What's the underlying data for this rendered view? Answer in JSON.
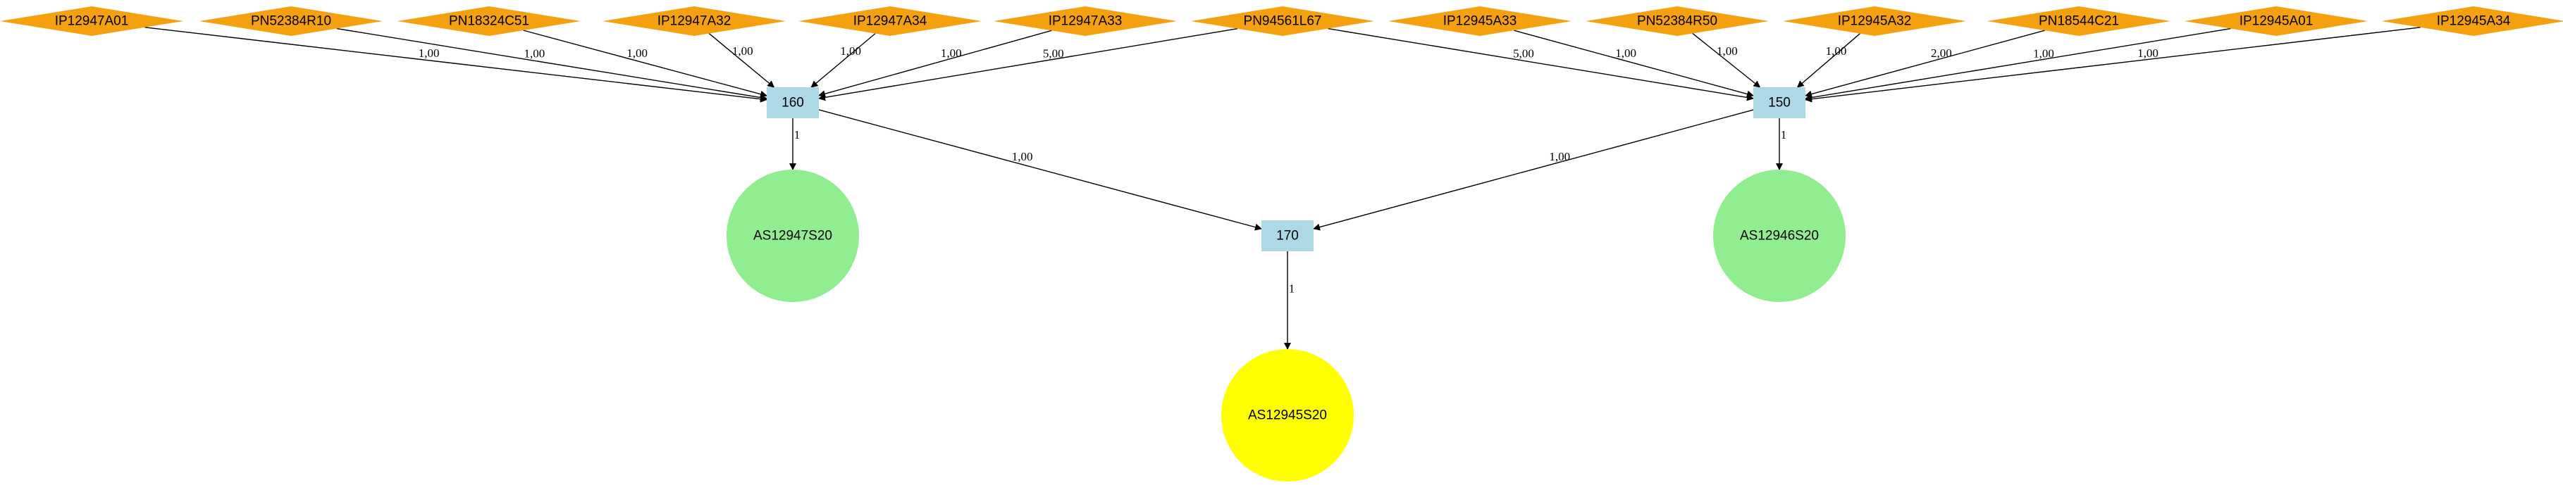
{
  "colors": {
    "part": "#F5A00F",
    "process": "#ADD8E6",
    "subassembly": "#90EE90",
    "assembly": "#FFFF00",
    "edge": "#000000"
  },
  "nodes": [
    {
      "id": "IP12947A01",
      "label": "IP12947A01",
      "kind": "part"
    },
    {
      "id": "PN52384R10",
      "label": "PN52384R10",
      "kind": "part"
    },
    {
      "id": "PN18324C51",
      "label": "PN18324C51",
      "kind": "part"
    },
    {
      "id": "IP12947A32",
      "label": "IP12947A32",
      "kind": "part"
    },
    {
      "id": "IP12947A34",
      "label": "IP12947A34",
      "kind": "part"
    },
    {
      "id": "IP12947A33",
      "label": "IP12947A33",
      "kind": "part"
    },
    {
      "id": "PN94561L67",
      "label": "PN94561L67",
      "kind": "part"
    },
    {
      "id": "IP12945A33",
      "label": "IP12945A33",
      "kind": "part"
    },
    {
      "id": "PN52384R50",
      "label": "PN52384R50",
      "kind": "part"
    },
    {
      "id": "IP12945A32",
      "label": "IP12945A32",
      "kind": "part"
    },
    {
      "id": "PN18544C21",
      "label": "PN18544C21",
      "kind": "part"
    },
    {
      "id": "IP12945A01",
      "label": "IP12945A01",
      "kind": "part"
    },
    {
      "id": "IP12945A34",
      "label": "IP12945A34",
      "kind": "part"
    },
    {
      "id": "P160",
      "label": "160",
      "kind": "process"
    },
    {
      "id": "P150",
      "label": "150",
      "kind": "process"
    },
    {
      "id": "P170",
      "label": "170",
      "kind": "process"
    },
    {
      "id": "AS12947S20",
      "label": "AS12947S20",
      "kind": "subassembly"
    },
    {
      "id": "AS12946S20",
      "label": "AS12946S20",
      "kind": "subassembly"
    },
    {
      "id": "AS12945S20",
      "label": "AS12945S20",
      "kind": "assembly"
    }
  ],
  "edges": [
    {
      "from": "IP12947A01",
      "to": "P160",
      "label": "1,00"
    },
    {
      "from": "PN52384R10",
      "to": "P160",
      "label": "1,00"
    },
    {
      "from": "PN18324C51",
      "to": "P160",
      "label": "1,00"
    },
    {
      "from": "IP12947A32",
      "to": "P160",
      "label": "1,00"
    },
    {
      "from": "IP12947A34",
      "to": "P160",
      "label": "1,00"
    },
    {
      "from": "IP12947A33",
      "to": "P160",
      "label": "1,00"
    },
    {
      "from": "PN94561L67",
      "to": "P160",
      "label": "5,00"
    },
    {
      "from": "PN94561L67",
      "to": "P150",
      "label": "5,00"
    },
    {
      "from": "IP12945A33",
      "to": "P150",
      "label": "1,00"
    },
    {
      "from": "PN52384R50",
      "to": "P150",
      "label": "1,00"
    },
    {
      "from": "IP12945A32",
      "to": "P150",
      "label": "1,00"
    },
    {
      "from": "PN18544C21",
      "to": "P150",
      "label": "2,00"
    },
    {
      "from": "IP12945A01",
      "to": "P150",
      "label": "1,00"
    },
    {
      "from": "IP12945A34",
      "to": "P150",
      "label": "1,00"
    },
    {
      "from": "P160",
      "to": "AS12947S20",
      "label": "1"
    },
    {
      "from": "P160",
      "to": "P170",
      "label": "1,00"
    },
    {
      "from": "P150",
      "to": "AS12946S20",
      "label": "1"
    },
    {
      "from": "P150",
      "to": "P170",
      "label": "1,00"
    },
    {
      "from": "P170",
      "to": "AS12945S20",
      "label": "1"
    }
  ]
}
